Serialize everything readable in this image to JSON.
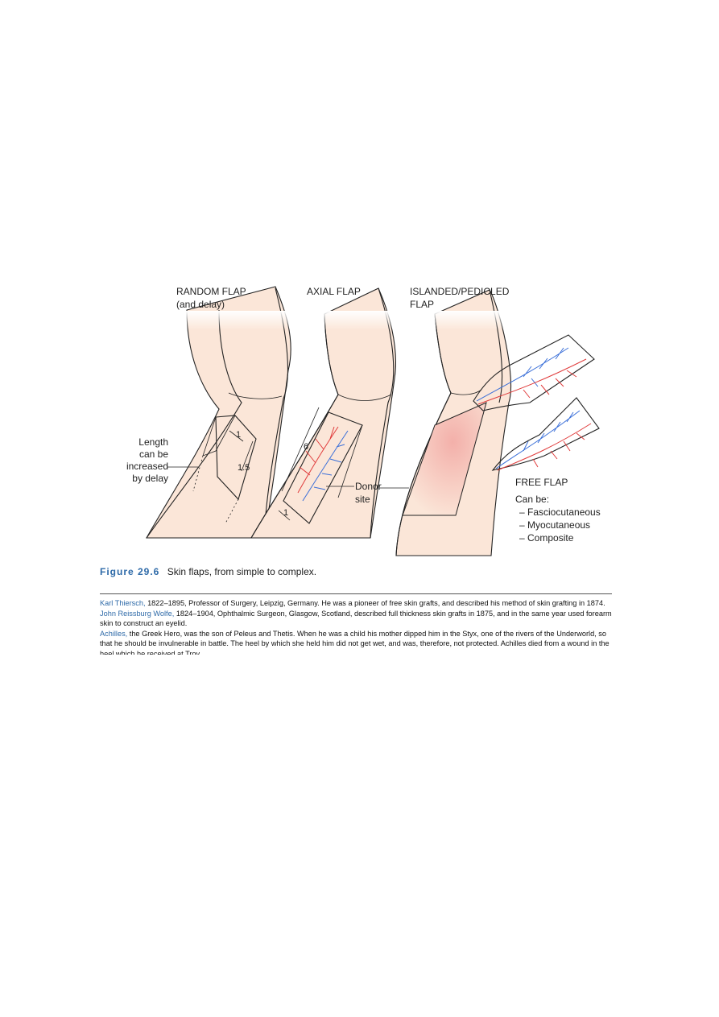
{
  "figure": {
    "labels": {
      "random_flap_1": "RANDOM FLAP",
      "random_flap_2": "(and delay)",
      "axial_flap": "AXIAL FLAP",
      "islanded_1": "ISLANDED/PEDICLED",
      "islanded_2": "FLAP",
      "length_1": "Length",
      "length_2": "can be",
      "length_3": "increased",
      "length_4": "by delay",
      "donor_1": "Donor",
      "donor_2": "site",
      "free_flap": "FREE FLAP",
      "can_be": "Can be:",
      "type_1": "– Fasciocutaneous",
      "type_2": "– Myocutaneous",
      "type_3": "– Composite",
      "random_width": "1",
      "random_length": "1.5",
      "axial_length": "6",
      "axial_width": "1"
    },
    "colors": {
      "skin": "#fbe6d8",
      "donor_site": "#f3b8b0",
      "artery": "#e03c3c",
      "vein": "#3a6fd8"
    }
  },
  "caption": {
    "label": "Figure 29.6",
    "text": "Skin flaps, from simple to complex."
  },
  "footnotes": [
    {
      "name": "Karl Thiersch,",
      "text": " 1822–1895, Professor of Surgery, Leipzig, Germany. He was a pioneer of free skin grafts, and described his method of skin grafting in 1874."
    },
    {
      "name": "John Reissburg Wolfe,",
      "text": " 1824–1904, Ophthalmic Surgeon, Glasgow, Scotland, described full thickness skin grafts in 1875, and in the same year used forearm skin to construct an eyelid."
    },
    {
      "name": "Achilles,",
      "text": " the Greek Hero, was the son of Peleus and Thetis. When he was a child his mother dipped him in the Styx, one of the rivers of the Underworld, so that he should be invulnerable in battle. The heel by which she held him did not get wet, and was, therefore, not protected. Achilles died from a wound in the heel which he received at Troy."
    }
  ]
}
